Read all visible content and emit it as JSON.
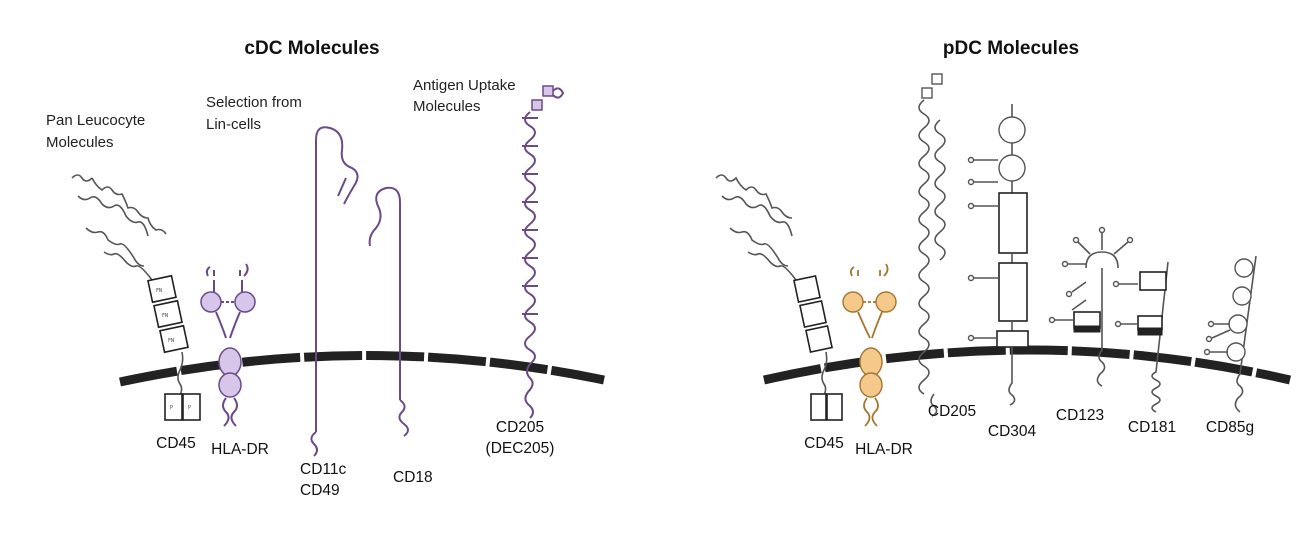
{
  "cdc": {
    "title": "cDC Molecules",
    "groups": {
      "pan_1": "Pan Leucocyte",
      "pan_2": "Molecules",
      "sel_1": "Selection from",
      "sel_2": "Lin-cells",
      "ant_1": "Antigen Uptake",
      "ant_2": "Molecules"
    },
    "labels": {
      "cd45": "CD45",
      "hladr": "HLA-DR",
      "cd11c": "CD11c",
      "cd49": "CD49",
      "cd18": "CD18",
      "cd205": "CD205",
      "dec205": "(DEC205)"
    }
  },
  "pdc": {
    "title": "pDC Molecules",
    "labels": {
      "cd45": "CD45",
      "hladr": "HLA-DR",
      "cd205": "CD205",
      "cd304": "CD304",
      "cd123": "CD123",
      "cd181": "CD181",
      "cd85g": "CD85g"
    }
  },
  "colors": {
    "cdc_accent": "#6b4a8a",
    "cdc_fill": "#d8c6ea",
    "hla_pdc_fill": "#f4c98a",
    "membrane": "#222222"
  }
}
